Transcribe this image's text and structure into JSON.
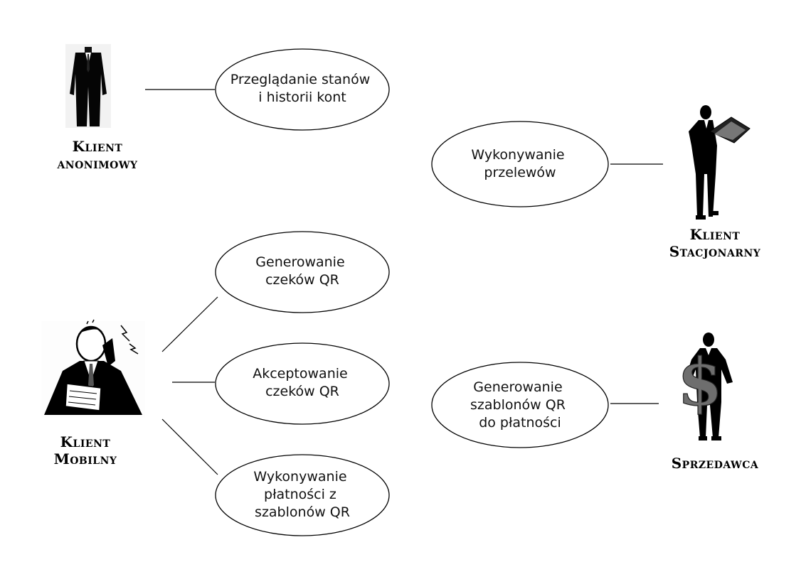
{
  "diagram": {
    "actors": [
      {
        "id": "anon",
        "lines": [
          "Klient",
          "anonimowy"
        ],
        "figure": "suited-man-faceless-icon"
      },
      {
        "id": "stationary",
        "lines": [
          "Klient",
          "Stacjonarny"
        ],
        "figure": "man-reading-book-icon"
      },
      {
        "id": "mobile",
        "lines": [
          "Klient",
          "Mobilny"
        ],
        "figure": "man-on-phone-icon"
      },
      {
        "id": "seller",
        "lines": [
          "Sprzedawca"
        ],
        "figure": "man-holding-dollar-sign-icon"
      }
    ],
    "use_cases": [
      {
        "id": "uc1",
        "lines": [
          "Przeglądanie stanów",
          "i historii kont"
        ]
      },
      {
        "id": "uc2",
        "lines": [
          "Wykonywanie",
          "przelewów"
        ]
      },
      {
        "id": "uc3",
        "lines": [
          "Generowanie",
          "czeków QR"
        ]
      },
      {
        "id": "uc4",
        "lines": [
          "Akceptowanie",
          "czeków QR"
        ]
      },
      {
        "id": "uc5",
        "lines": [
          "Generowanie",
          "szablonów QR",
          "do płatności"
        ]
      },
      {
        "id": "uc6",
        "lines": [
          "Wykonywanie",
          "płatności z",
          "szablonów QR"
        ]
      }
    ],
    "associations": [
      {
        "actor": "anon",
        "use_case": "uc1"
      },
      {
        "actor": "stationary",
        "use_case": "uc2"
      },
      {
        "actor": "mobile",
        "use_case": "uc3"
      },
      {
        "actor": "mobile",
        "use_case": "uc4"
      },
      {
        "actor": "mobile",
        "use_case": "uc6"
      },
      {
        "actor": "seller",
        "use_case": "uc5"
      }
    ]
  }
}
